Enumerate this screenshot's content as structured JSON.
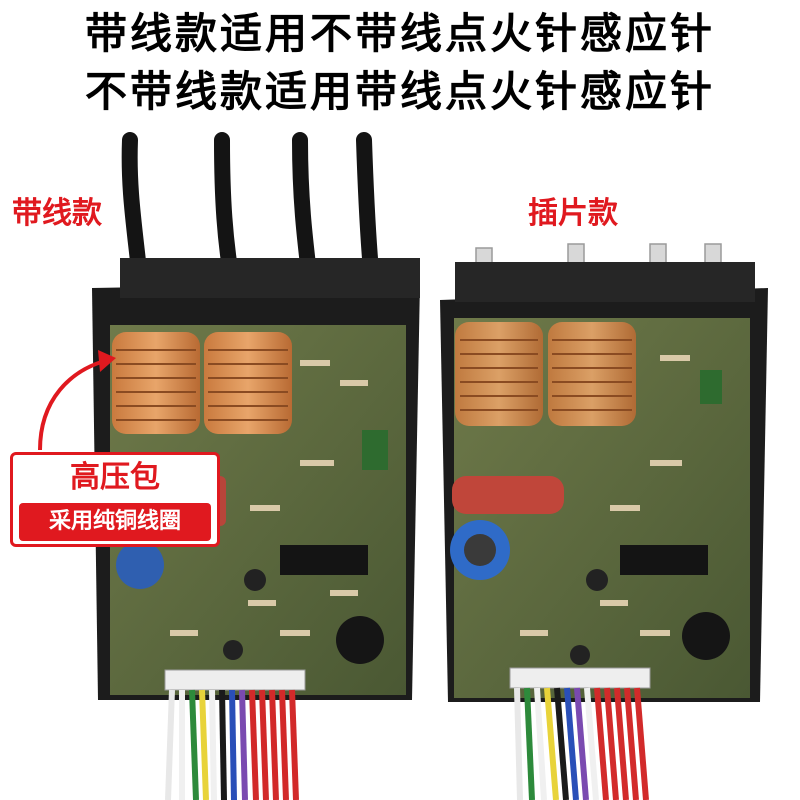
{
  "headline": {
    "line1": "带线款适用不带线点火针感应针",
    "line2": "不带线款适用带线点火针感应针"
  },
  "labels": {
    "left_variant": "带线款",
    "right_variant": "插片款"
  },
  "callout": {
    "title": "高压包",
    "subtitle": "采用纯铜线圈"
  },
  "colors": {
    "accent_red": "#e0191f",
    "board_green": "#5a6b3c",
    "coil_copper": "#d7894a",
    "housing_black": "#1c1c1c"
  }
}
